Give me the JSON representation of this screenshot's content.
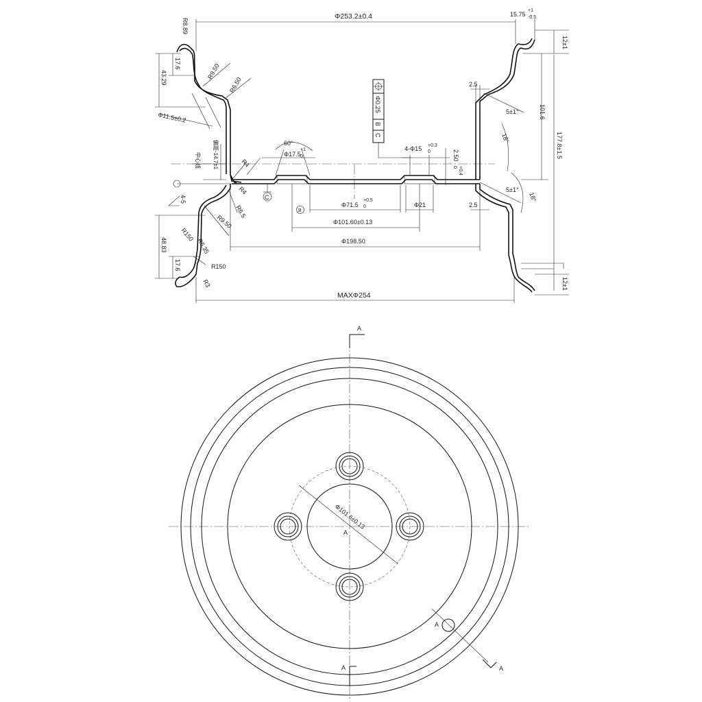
{
  "section_view": {
    "dims": {
      "top_width": "Φ253.2±0.4",
      "top_right": "15.75",
      "top_right_tol_upper": "+1",
      "top_right_tol_lower": "-0.5",
      "flange_height_top": "12±1",
      "flange_height_bottom": "12±1",
      "max_dia": "MAXΦ254",
      "r889": "R8.89",
      "d176_top": "17.6",
      "d4329": "43.29",
      "r950": "R9.50",
      "r650": "R6.50",
      "d115": "Φ11.5±0.2",
      "side_note": "偏距-14.7±1",
      "centerline_note": "中心线",
      "angle60": "60°",
      "d175": "Φ17.5",
      "d175_tol": "+1",
      "d175_tol2": "0",
      "pos_tol": "Φ0.25",
      "datum_b": "B",
      "datum_c": "C",
      "holes": "4-Φ15",
      "holes_tol": "+0.3",
      "holes_tol2": "0",
      "d250": "2.50",
      "d250_tol": "+0.4",
      "d250_tol2": "0",
      "d25_top": "2.5",
      "d25_bottom": "2.5",
      "angle_5_top": "5±1°",
      "angle_5_bottom": "5±1°",
      "angle18_top": "18°",
      "angle18_bottom": "18°",
      "d1016": "101.6",
      "d1778": "177.8±1.5",
      "r4_a": "R4",
      "r4_b": "R4",
      "angle_45": "4-5",
      "r65": "R6.5",
      "r950b": "R9.50",
      "r150a": "R150",
      "r635": "R6.35",
      "r150b": "R150",
      "r3": "R3",
      "d4883": "48.83",
      "d176_bottom": "17.6",
      "d715": "Φ71.5",
      "d715_tol": "+0.5",
      "d715_tol2": "0",
      "d21": "Φ21",
      "d10160": "Φ101.60±0.13",
      "d19850": "Φ198.50",
      "datum_c_mark": "C",
      "datum_b_mark": "B"
    }
  },
  "plan_view": {
    "section_a_top": "A",
    "section_a_bottom": "A",
    "section_a_diag": "A",
    "detail_a": "A",
    "center_a": "A",
    "pcd_label": "Φ101.6±0.13"
  }
}
